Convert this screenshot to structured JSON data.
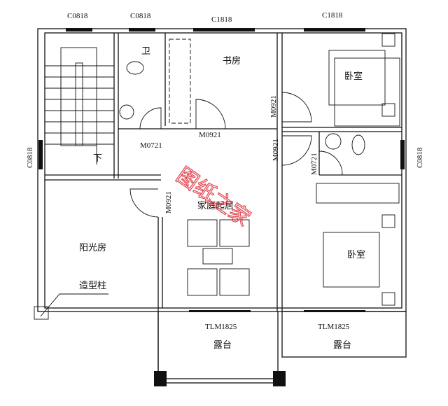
{
  "plan": {
    "windows": {
      "top_1": "C0818",
      "top_2": "C0818",
      "top_3": "C1818",
      "top_4": "C1818",
      "left": "C0818",
      "right": "C0818"
    },
    "doors": {
      "bath_top": "M0721",
      "study": "M0921",
      "bedroom_top": "M0921",
      "bedroom_bottom": "M0921",
      "bath_right": "M0721",
      "sunroom": "M0921",
      "balcony_left": "TLM1825",
      "balcony_right": "TLM1825"
    },
    "rooms": {
      "bathroom": "卫",
      "study": "书房",
      "bedroom_top": "卧室",
      "bedroom_bottom": "卧室",
      "stairs_down": "下",
      "living": "家庭起居",
      "sunroom": "阳光房",
      "column": "造型柱",
      "balcony_left": "露台",
      "balcony_right": "露台"
    },
    "watermark": "图纸之家",
    "watermark_color": "#e24a55"
  }
}
